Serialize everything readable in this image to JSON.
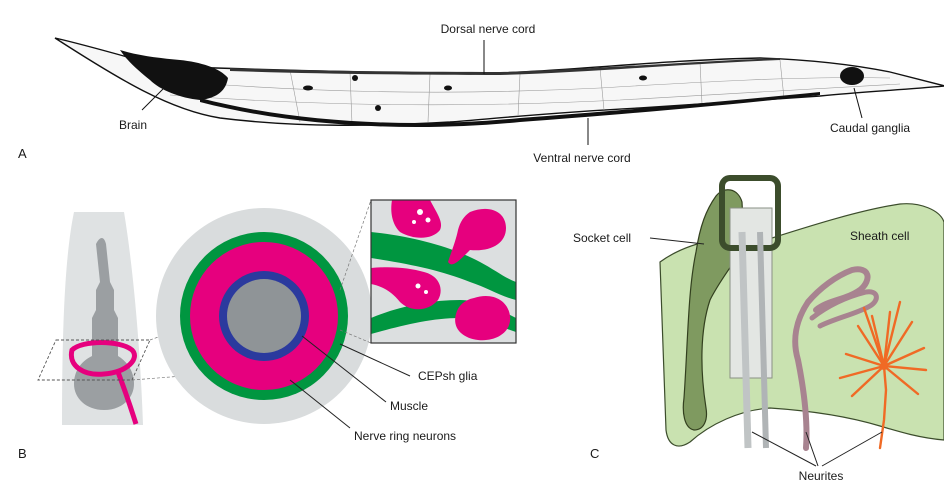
{
  "panel_a": {
    "letter": "A",
    "labels": {
      "dorsal": "Dorsal nerve cord",
      "brain": "Brain",
      "ventral": "Ventral nerve cord",
      "caudal": "Caudal ganglia"
    }
  },
  "panel_b": {
    "letter": "B",
    "labels": {
      "ceps": "CEPsh glia",
      "muscle": "Muscle",
      "nerve_ring": "Nerve ring neurons"
    }
  },
  "panel_c": {
    "letter": "C",
    "labels": {
      "socket": "Socket cell",
      "sheath": "Sheath cell",
      "neurites": "Neurites"
    }
  },
  "colors": {
    "magenta": "#e6007e",
    "green": "#009640",
    "blue": "#2b3a9e",
    "grey": "#8f9497",
    "light_grey": "#d9dcdd",
    "sheath_green": "#c9e2b0",
    "socket_green": "#7f9a60",
    "orange": "#f06a25",
    "mauve": "#a88390"
  }
}
